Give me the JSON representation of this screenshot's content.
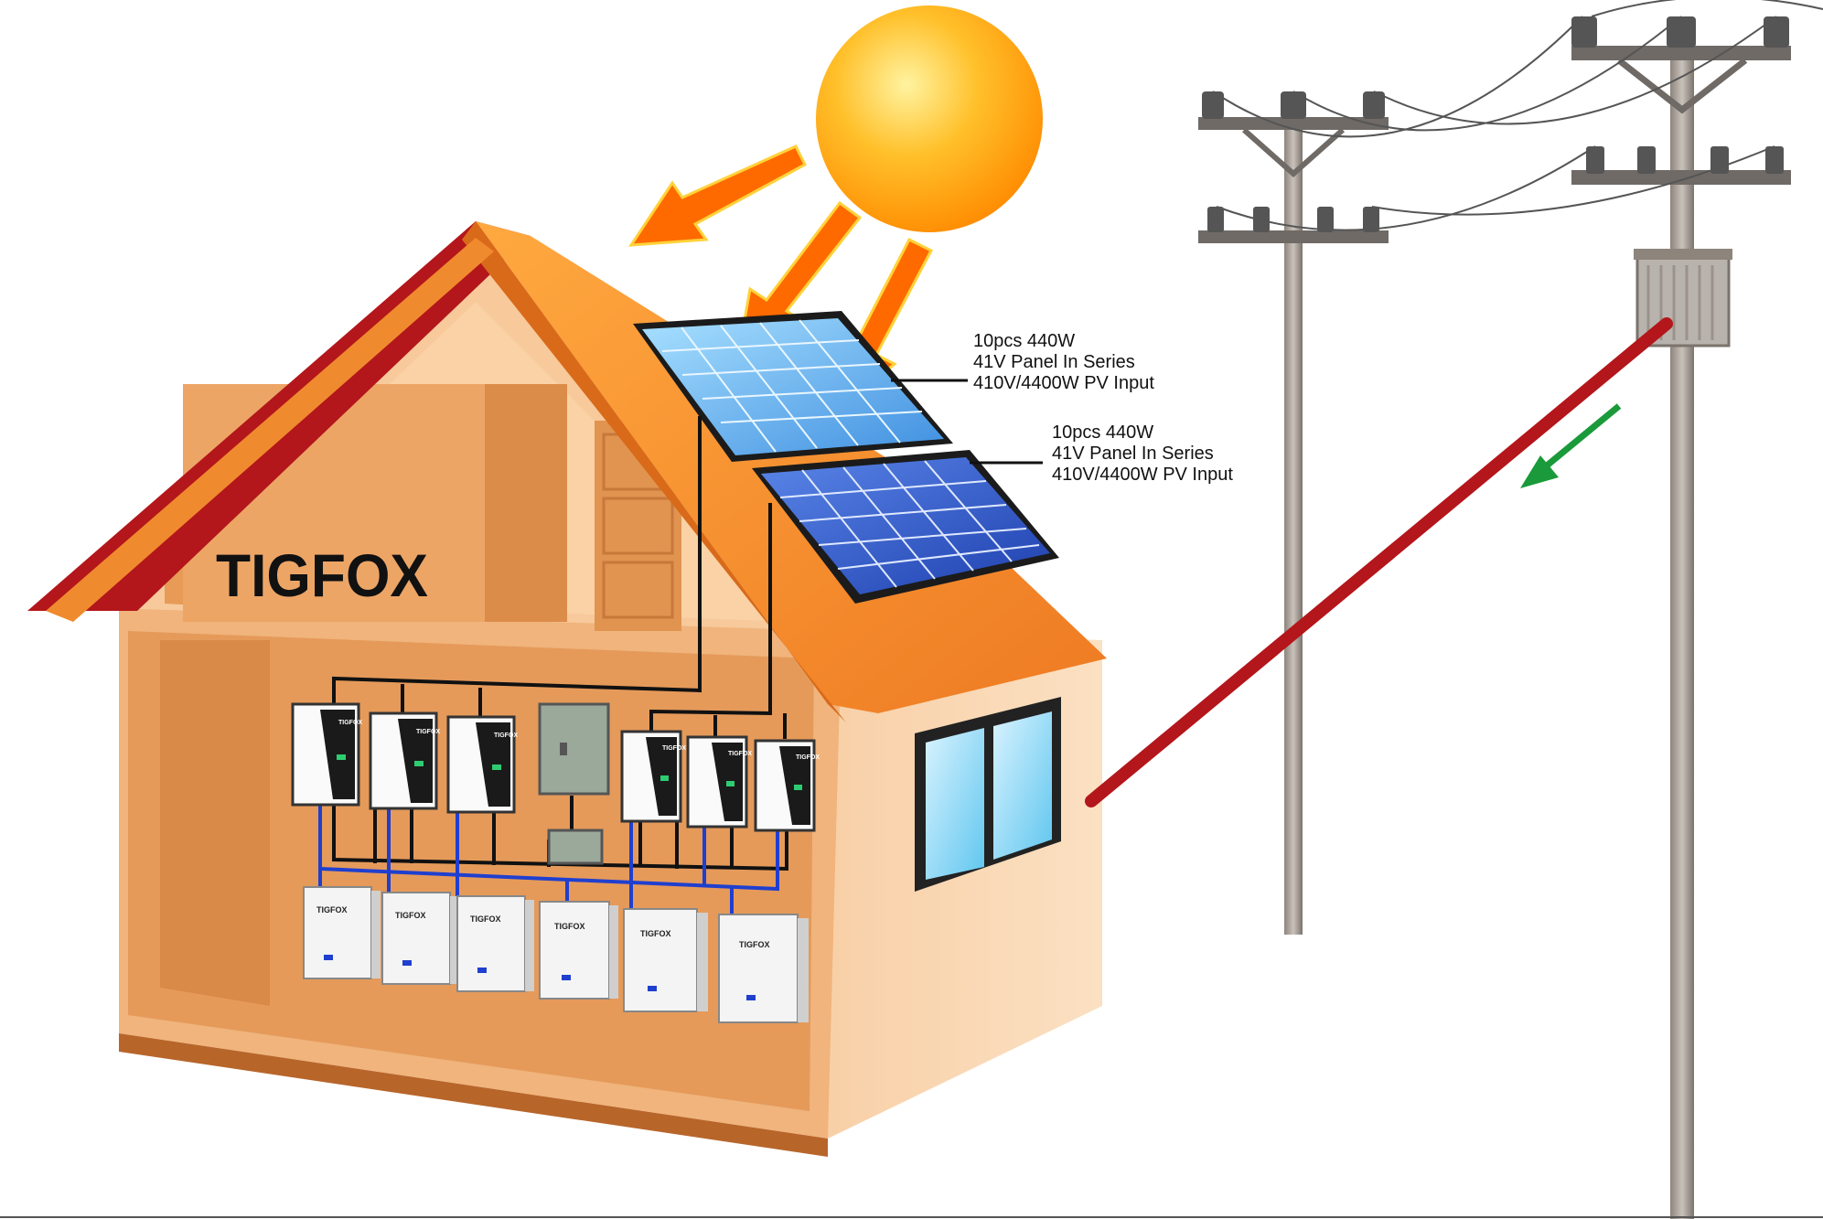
{
  "brand": {
    "wall_logo": "TIGFOX",
    "device_logo": "TIGFOX"
  },
  "annotations": {
    "upper_panel": {
      "line1": "10pcs 440W",
      "line2": "41V Panel In Series",
      "line3": "410V/4400W PV Input"
    },
    "lower_panel": {
      "line1": "10pcs 440W",
      "line2": "41V Panel In Series",
      "line3": "410V/4400W PV Input"
    }
  },
  "equipment": {
    "inverter_count": 6,
    "battery_count": 6,
    "distribution_box_count": 1,
    "meter_count": 1
  },
  "colors": {
    "sun": "#ffb21e",
    "sun_arrows": "#ff6a00",
    "roof": "#f2872b",
    "house_wall": "#f7c99b",
    "interior": "#e59a5a",
    "solar_panel": "#3a63c9",
    "grid_line": "#b3161b",
    "flow_arrow": "#1a9a3a",
    "pv_wiring": "#111111",
    "battery_wiring": "#1f3fcf"
  },
  "icons": [
    "sun-icon",
    "solar-panel-icon",
    "inverter-icon",
    "battery-icon",
    "utility-pole-icon",
    "transformer-icon",
    "window-icon"
  ]
}
